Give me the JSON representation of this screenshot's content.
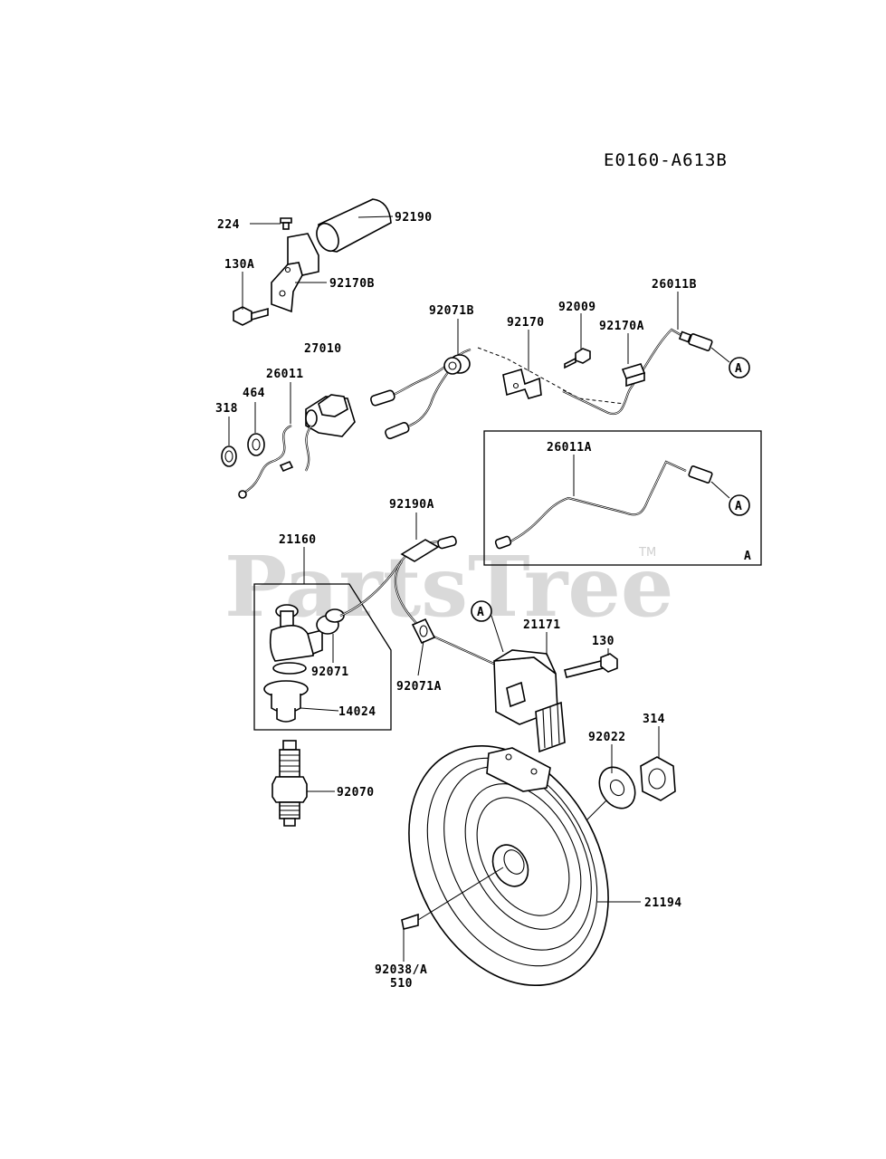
{
  "diagram_code": "E0160-A613B",
  "watermark": "PartsTree",
  "trademark": "TM",
  "inset_label": "A",
  "callout_letter": "A",
  "parts": {
    "p224": "224",
    "p92190": "92190",
    "p130A": "130A",
    "p92170B": "92170B",
    "p92071B": "92071B",
    "p92170": "92170",
    "p92009": "92009",
    "p26011B": "26011B",
    "p92170A": "92170A",
    "p27010": "27010",
    "p26011": "26011",
    "p464": "464",
    "p318": "318",
    "p26011A": "26011A",
    "p92190A": "92190A",
    "p21160": "21160",
    "p21171": "21171",
    "p130": "130",
    "p92071": "92071",
    "p92071A": "92071A",
    "p14024": "14024",
    "p314": "314",
    "p92022": "92022",
    "p92070": "92070",
    "p21194": "21194",
    "p92038A": "92038/A",
    "p510": "510"
  }
}
